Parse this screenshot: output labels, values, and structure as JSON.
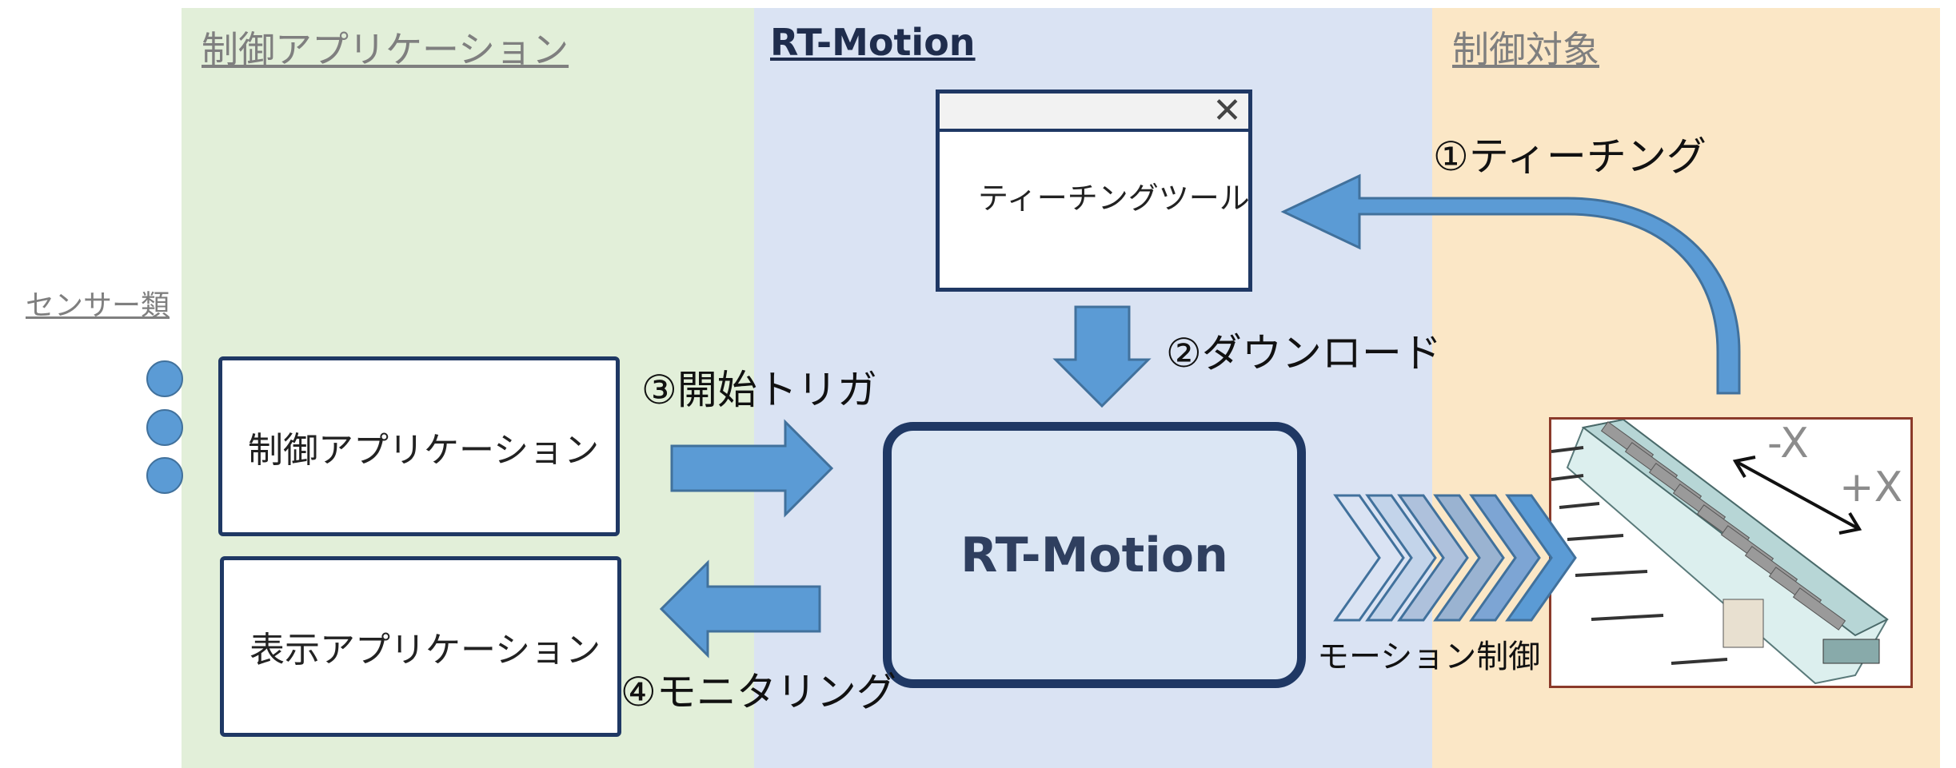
{
  "zones": {
    "app_title": "制御アプリケーション",
    "rt_title": "RT-Motion",
    "target_title": "制御対象"
  },
  "sensors": {
    "label": "センサー類",
    "count": 3
  },
  "boxes": {
    "control_app": "制御アプリケーション",
    "display_app": "表示アプリケーション",
    "teaching_tool": "ティーチングツール",
    "rt_motion": "RT-Motion"
  },
  "steps": {
    "teaching": "①ティーチング",
    "download": "②ダウンロード",
    "trigger": "③開始トリガ",
    "monitoring": "④モニタリング"
  },
  "motion_label": "モーション制御",
  "axis": {
    "minus": "-X",
    "plus": "+X"
  },
  "colors": {
    "arrow_fill": "#5b9bd5",
    "box_border": "#1f3864",
    "zone_app": "#e2efd9",
    "zone_rt": "#dae3f3",
    "zone_target": "#fbe7c6"
  }
}
